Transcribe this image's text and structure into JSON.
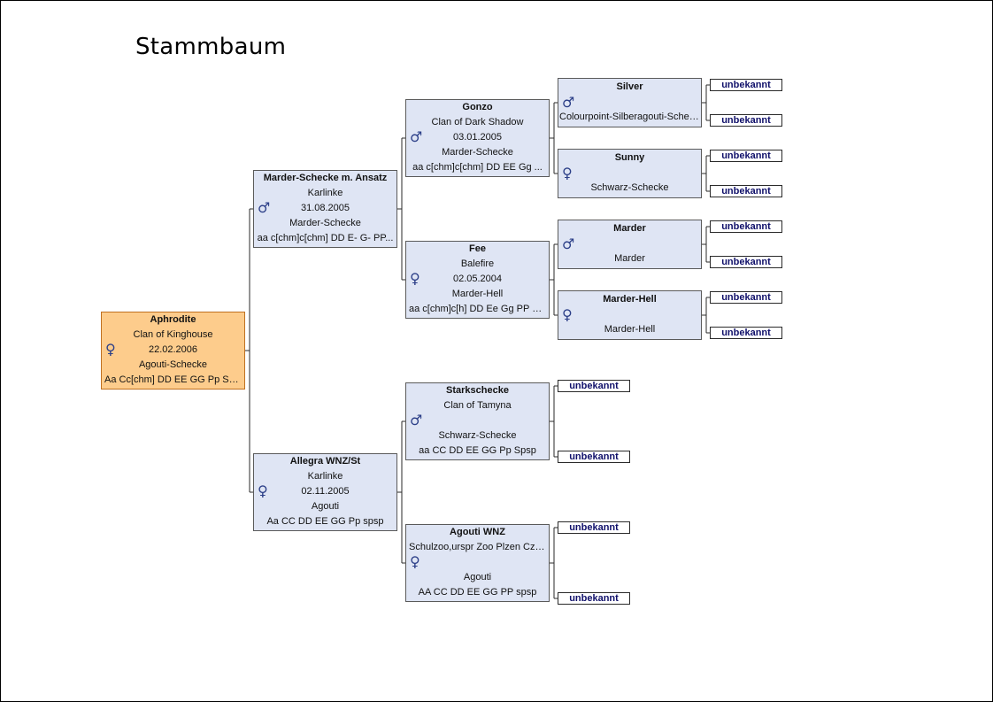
{
  "title": "Stammbaum",
  "symbols": {
    "male": "♂",
    "female": "♀"
  },
  "unknown_label": "unbekannt",
  "people": {
    "aphrodite": {
      "name": "Aphrodite",
      "breeder": "Clan of Kinghouse",
      "date": "22.02.2006",
      "color": "Agouti-Schecke",
      "genotype": "Aa Cc[chm] DD EE GG Pp Spsp"
    },
    "father": {
      "name": "Marder-Schecke m. Ansatz",
      "breeder": "Karlinke",
      "date": "31.08.2005",
      "color": "Marder-Schecke",
      "genotype": "aa c[chm]c[chm] DD E- G- PP..."
    },
    "mother": {
      "name": "Allegra WNZ/St",
      "breeder": "Karlinke",
      "date": "02.11.2005",
      "color": "Agouti",
      "genotype": "Aa CC DD EE GG Pp spsp"
    },
    "gonzo": {
      "name": "Gonzo",
      "breeder": "Clan of Dark Shadow",
      "date": "03.01.2005",
      "color": "Marder-Schecke",
      "genotype": "aa c[chm]c[chm] DD EE Gg ..."
    },
    "fee": {
      "name": "Fee",
      "breeder": "Balefire",
      "date": "02.05.2004",
      "color": "Marder-Hell",
      "genotype": "aa c[chm]c[h] DD Ee Gg PP spsp"
    },
    "starkschecke": {
      "name": "Starkschecke",
      "breeder": "Clan of Tamyna",
      "date": "",
      "color": "Schwarz-Schecke",
      "genotype": "aa CC DD EE GG Pp Spsp"
    },
    "agouti_wnz": {
      "name": "Agouti WNZ",
      "breeder": "Schulzoo,urspr Zoo Plzen Czech",
      "date": "",
      "color": "Agouti",
      "genotype": "AA CC DD EE GG PP spsp"
    },
    "silver": {
      "name": "Silver",
      "color": "Colourpoint-Silberagouti-Schecke"
    },
    "sunny": {
      "name": "Sunny",
      "color": "Schwarz-Schecke"
    },
    "marder": {
      "name": "Marder",
      "color": "Marder"
    },
    "marder_hell": {
      "name": "Marder-Hell",
      "color": "Marder-Hell"
    }
  }
}
